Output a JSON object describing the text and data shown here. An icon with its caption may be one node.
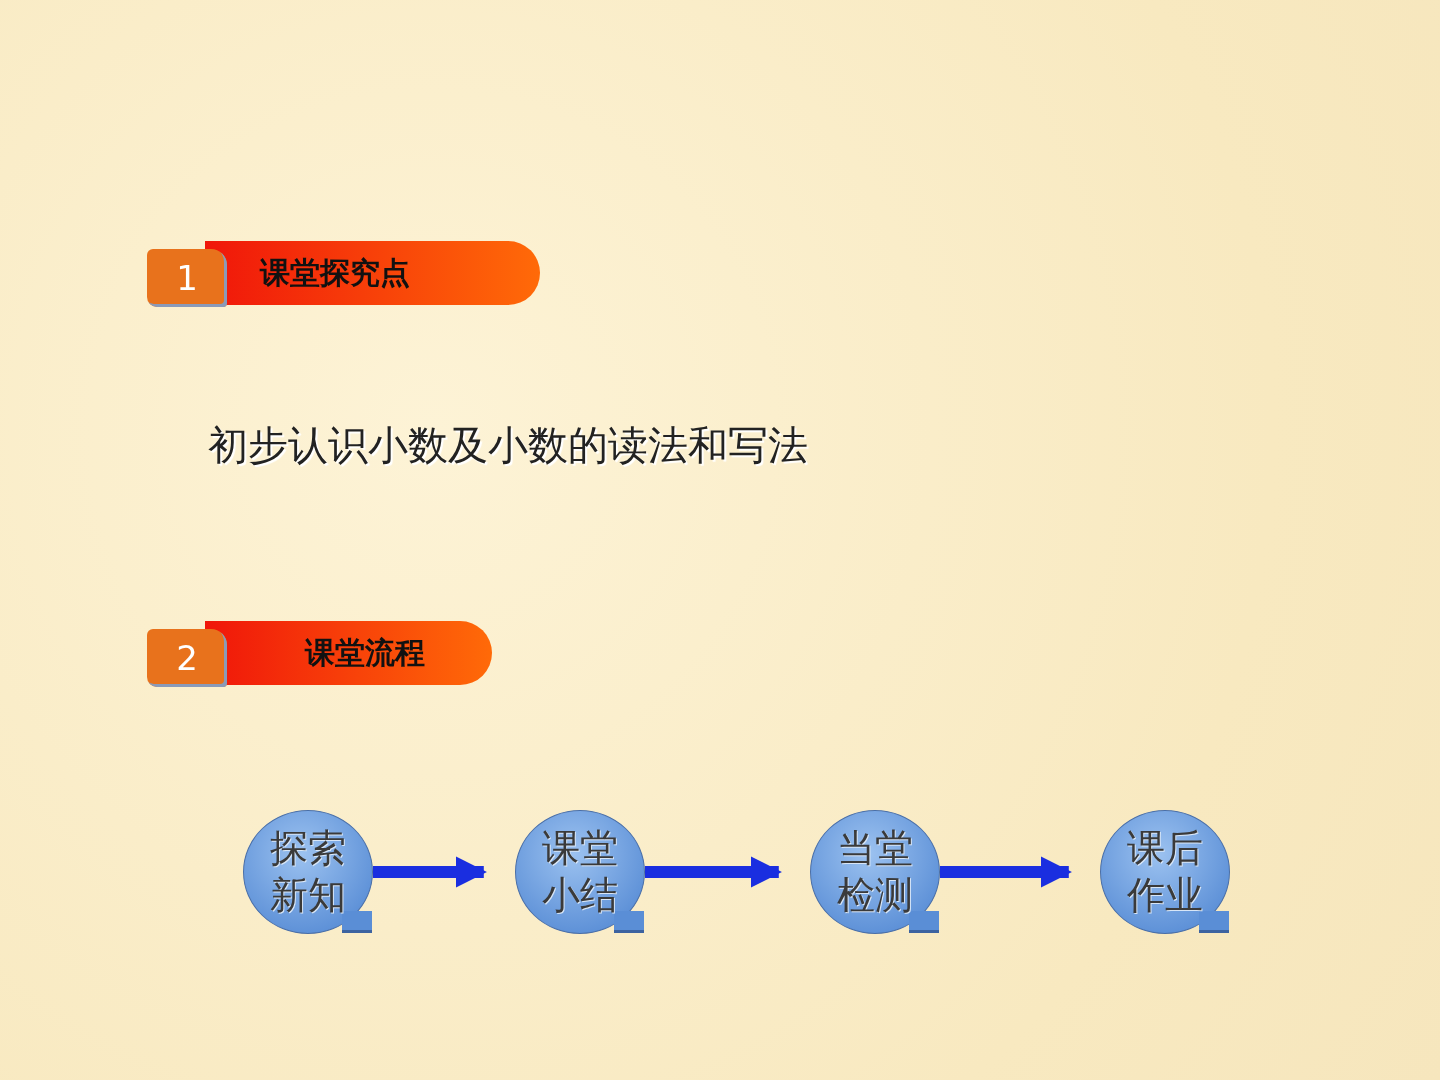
{
  "diagram": {
    "nodes": [
      {
        "text": [
          "1"
        ]
      },
      {
        "text": [
          "课堂探究点"
        ]
      },
      {
        "text": [
          "2"
        ]
      },
      {
        "text": [
          "课堂流程"
        ]
      },
      {
        "text": [
          "探索新知"
        ]
      },
      {
        "text": [
          "课堂小结"
        ]
      },
      {
        "text": [
          "当堂检测"
        ]
      },
      {
        "text": [
          "课后作业"
        ]
      }
    ],
    "edges": [
      {
        "from": 4,
        "to": 5,
        "arrow": "to"
      },
      {
        "from": 5,
        "to": 6,
        "arrow": "to"
      },
      {
        "from": 6,
        "to": 7,
        "arrow": "to"
      }
    ],
    "labels": [
      "初步认识小数及小数的读法和写法"
    ]
  }
}
